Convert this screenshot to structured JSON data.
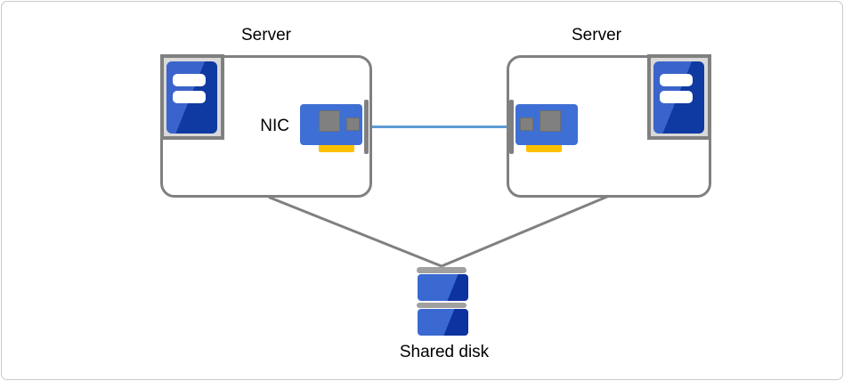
{
  "diagram": {
    "server_left": {
      "label": "Server"
    },
    "server_right": {
      "label": "Server"
    },
    "nic_label": "NIC",
    "shared_disk": {
      "label": "Shared disk"
    }
  },
  "icons": {
    "server_tower": "server-tower-icon",
    "nic_card": "nic-card-icon",
    "shared_disk": "disk-stack-icon"
  },
  "colors": {
    "box_border": "#808080",
    "connector_gray": "#808080",
    "interconnect_blue": "#5b9bd5",
    "icon_frame_fill": "#d9d9d9",
    "tower_blue_light": "#3a64cb",
    "tower_blue_dark": "#0f3aa2",
    "nic_blue": "#3e6fd4",
    "nic_port_yellow": "#ffc000",
    "chip_gray": "#808080",
    "disk_cap_gray": "#a0a0a0",
    "disk_blue_light": "#3a69d1",
    "disk_blue_dark": "#0d33a0",
    "text": "#000000",
    "page_frame": "#c9c9c9"
  }
}
